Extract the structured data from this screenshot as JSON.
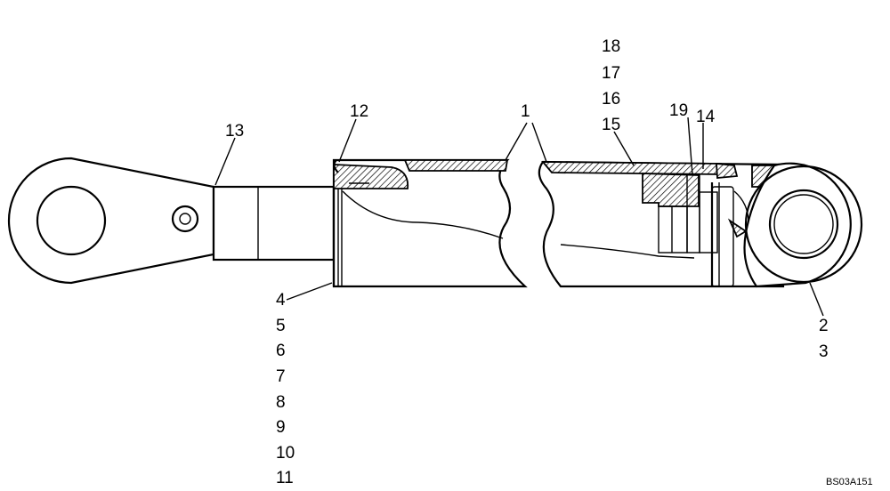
{
  "callouts": {
    "c18": "18",
    "c17": "17",
    "c16": "16",
    "c15": "15",
    "c19": "19",
    "c14": "14",
    "c12": "12",
    "c13": "13",
    "c1": "1",
    "c4": "4",
    "c5": "5",
    "c6": "6",
    "c7": "7",
    "c8": "8",
    "c9": "9",
    "c10": "10",
    "c11": "11",
    "c2": "2",
    "c3": "3"
  },
  "figure_code": "BS03A151"
}
